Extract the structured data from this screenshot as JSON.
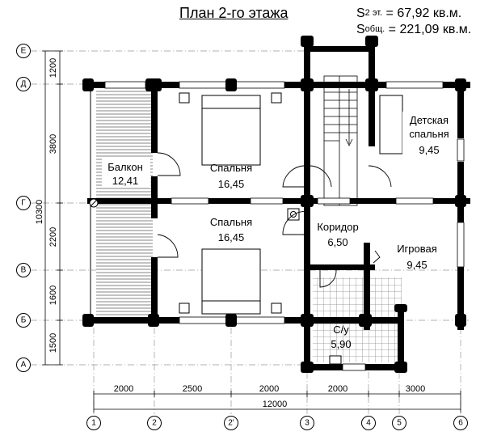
{
  "header": {
    "title": "План 2-го этажа",
    "area_floor": {
      "symbol": "S",
      "sub": "2 эт.",
      "value": "= 67,92 кв.м."
    },
    "area_total": {
      "symbol": "S",
      "sub": "общ.",
      "value": "= 221,09 кв.м."
    }
  },
  "rooms": {
    "balcony": {
      "name": "Балкон",
      "area": "12,41"
    },
    "bedroom1": {
      "name": "Спальня",
      "area": "16,45"
    },
    "bedroom2": {
      "name": "Спальня",
      "area": "16,45"
    },
    "kids": {
      "name_line1": "Детская",
      "name_line2": "спальня",
      "area": "9,45"
    },
    "corridor": {
      "name": "Коридор",
      "area": "6,50"
    },
    "play": {
      "name": "Игровая",
      "area": "9,45"
    },
    "wc": {
      "name": "С/у",
      "area": "5,90"
    }
  },
  "axes": {
    "rows": [
      "Е",
      "Д",
      "Г",
      "В",
      "Б",
      "А"
    ],
    "cols": [
      "1",
      "2",
      "2'",
      "3",
      "4",
      "5",
      "6"
    ]
  },
  "dims": {
    "vertical": [
      "1200",
      "3800",
      "2200",
      "1600",
      "1500"
    ],
    "vertical_total": "10300",
    "horizontal": [
      "2000",
      "2500",
      "2000",
      "2000",
      "3000"
    ],
    "horizontal_total": "12000"
  }
}
